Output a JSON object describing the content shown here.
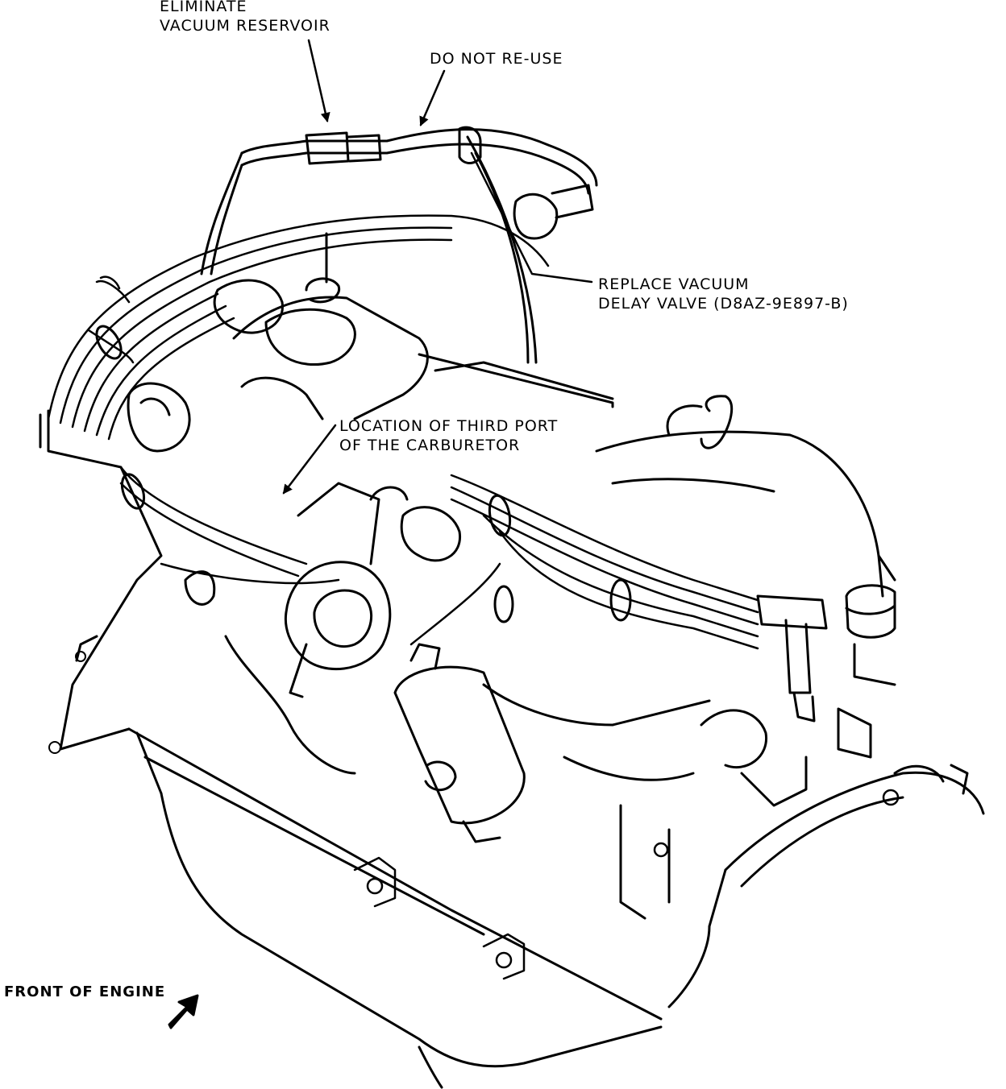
{
  "labels": {
    "vacuum_reservoir": [
      "ELIMINATE",
      "VACUUM RESERVOIR"
    ],
    "do_not_reuse": "DO NOT RE-USE",
    "delay_valve": [
      "REPLACE VACUUM",
      "DELAY VALVE (D8AZ-9E897-B)"
    ],
    "third_port": [
      "LOCATION OF THIRD PORT",
      "OF THE CARBURETOR"
    ],
    "front_of_engine": "FRONT OF ENGINE"
  },
  "colors": {
    "ink": "#000000",
    "paper": "#ffffff"
  }
}
